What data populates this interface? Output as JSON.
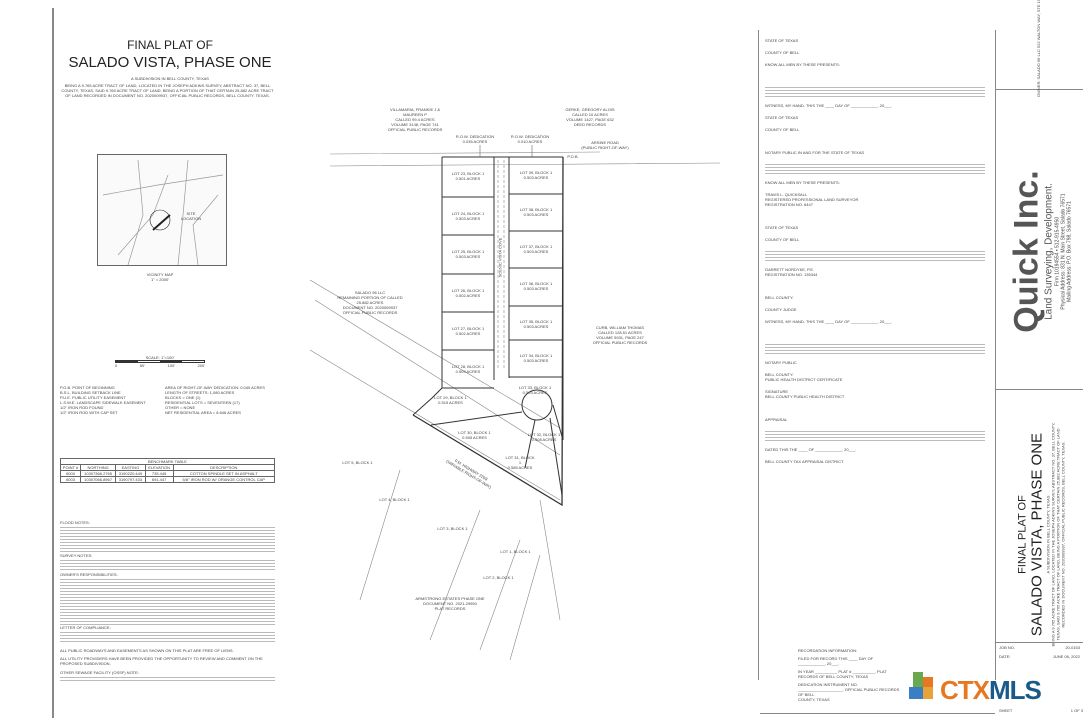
{
  "header": {
    "title_line1": "FINAL PLAT OF",
    "title_line2": "SALADO VISTA, PHASE ONE",
    "subtitle": "A SUBDIVISION IN BELL COUNTY, TEXAS",
    "description": "BEING A 9.765 ACRE TRACT OF LAND, LOCATED IN THE JOSEPH ADKINS SURVEY, ABSTRACT NO. 37, BELL COUNTY, TEXAS, SAID 9.765 ACRE TRACT OF LAND, BEING A PORTION OF THAT CERTAIN 25.882 ACRE TRACT OF LAND RECORDED IN DOCUMENT NO. 2020009937, OFFICIAL PUBLIC RECORDS, BELL COUNTY, TEXAS."
  },
  "vicinity_map": {
    "site_label": "SITE\nLOCATION",
    "caption": "VICINITY MAP\n1\" = 2000'"
  },
  "scale_bar": {
    "label": "SCALE: 1\"=100'",
    "ticks": [
      "0",
      "50'",
      "100'",
      "200'"
    ]
  },
  "legend": {
    "items": [
      "P.O.B. POINT OF BEGINNING",
      "B.S.L. BUILDING SETBACK LINE",
      "P.U.E. PUBLIC UTILITY EASEMENT",
      "L.S.W.E. LANDSCAPE SIDEWALK EASEMENT",
      "1/2\" IRON ROD FOUND",
      "1/2\" IRON ROD WITH CAP SET"
    ],
    "summary": [
      "AREA OF RIGHT-OF-WAY DEDICATION: 0.040 ACRES",
      "LENGTH OF STREETS: 1,080 ACRES",
      "BLOCKS = ONE (1)",
      "RESIDENTIAL LOTS = SEVENTEEN (17)",
      "OTHER = NONE",
      "NET RESIDENTIAL AREA = 8.646 ACRES"
    ]
  },
  "benchmark_table": {
    "title": "BENCHMARK TABLE",
    "headers": [
      "POINT #",
      "NORTHING",
      "EASTING",
      "ELEVATION",
      "DESCRIPTION"
    ],
    "rows": [
      [
        "6000",
        "10307366.2765",
        "3190220.449",
        "735.445",
        "COTTON SPINDLE SET IN ASPHALT"
      ],
      [
        "6003",
        "10307066.8967",
        "3190797.433",
        "691.447",
        "5/8\" IRON ROD W/ ORANGE CONTROL CAP"
      ]
    ]
  },
  "notes": {
    "flood_heading": "FLOOD NOTES:",
    "survey_heading": "SURVEY NOTES:",
    "owner_heading": "OWNER'S RESPONSIBILITIES:",
    "letter_heading": "LETTER OF COMPLIANCE:",
    "other_notes": [
      "ALL PUBLIC ROADWAYS AND EASEMENTS AS SHOWN ON THIS PLAT ARE FREE OF LIENS.",
      "ALL UTILITY PROVIDERS HAVE BEEN PROVIDED THE OPPORTUNITY TO REVIEW AND COMMENT ON THE PROPOSED SUBDIVISION."
    ],
    "septic_heading": "OTHER SEWAGE FACILITY (OSSF) NOTE:"
  },
  "plat": {
    "lots_left": [
      {
        "label": "LOT 23, BLOCK 1",
        "acres": "0.501 ACRES"
      },
      {
        "label": "LOT 24, BLOCK 1",
        "acres": "0.503 ACRES"
      },
      {
        "label": "LOT 25, BLOCK 1",
        "acres": "0.503 ACRES"
      },
      {
        "label": "LOT 26, BLOCK 1",
        "acres": "0.502 ACRES"
      },
      {
        "label": "LOT 27, BLOCK 1",
        "acres": "0.502 ACRES"
      },
      {
        "label": "LOT 28, BLOCK 1",
        "acres": "0.509 ACRES"
      }
    ],
    "lots_right": [
      {
        "label": "LOT 39, BLOCK 1",
        "acres": "0.503 ACRES"
      },
      {
        "label": "LOT 38, BLOCK 1",
        "acres": "0.503 ACRES"
      },
      {
        "label": "LOT 37, BLOCK 1",
        "acres": "0.503 ACRES"
      },
      {
        "label": "LOT 36, BLOCK 1",
        "acres": "0.503 ACRES"
      },
      {
        "label": "LOT 35, BLOCK 1",
        "acres": "0.503 ACRES"
      },
      {
        "label": "LOT 34, BLOCK 1",
        "acres": "0.503 ACRES"
      }
    ],
    "lots_bottom": [
      {
        "label": "LOT 29, BLOCK 1",
        "acres": "0.515 ACRES"
      },
      {
        "label": "LOT 30, BLOCK 1",
        "acres": "0.505 ACRES"
      },
      {
        "label": "LOT 31, BLOCK 1",
        "acres": "0.585 ACRES"
      },
      {
        "label": "LOT 32, BLOCK 1",
        "acres": "0.508 ACRES"
      },
      {
        "label": "LOT 33, BLOCK 1",
        "acres": "0.503 ACRES"
      }
    ],
    "adjacent_lots": [
      "LOT 5, BLOCK 1",
      "LOT 4, BLOCK 1",
      "LOT 3, BLOCK 1",
      "LOT 1, BLOCK 1",
      "LOT 2, BLOCK 1"
    ],
    "row_dedication_1": "R.O.W. DEDICATION\n0.035 ACRES",
    "row_dedication_2": "R.O.W. DEDICATION\n0.010 ACRES",
    "road": "ARSINE ROAD\n(PUBLIC RIGHT-OF-WAY)",
    "pob": "P.O.B.",
    "street": "SCENIC VISTA COVE",
    "highway": "F.M. HIGHWAY 2268\n(VARIABLE RIGHT-OF-WAY)",
    "owners": {
      "north_west": "VILLAMARIA, FRANKIE J &\nMAUREEN P\nCALLED 99.4 ACRES\nVOLUME 3148, PAGE 741\nOFFICIAL PUBLIC RECORDS",
      "north_east": "GERKE, GREGORY ALOIS\nCALLED 10 ACRES\nVOLUME 1427, PAGE 632\nDEED RECORDS",
      "west": "SALADO 96 LLC\nREMAINING PORTION OF CALLED\n25.882 ACRES\nDOCUMENT NO. 2020009937\nOFFICIAL PUBLIC RECORDS",
      "east": "CURB, WILLIAM THOMAS\nCALLED 128.51 ACRES\nVOLUME 5931, PAGE 247\nOFFICIAL PUBLIC RECORDS",
      "south": "ARMSTRONG ESTATES PHASE ONE\nDOCUMENT NO. 2021-29950\nPLAT RECORDS"
    }
  },
  "certificates": [
    "STATE OF TEXAS",
    "COUNTY OF BELL",
    "KNOW ALL MEN BY THESE PRESENTS:",
    "WITNESS, MY HAND, THIS THE ____ DAY OF ____________, 20___.",
    "STATE OF TEXAS",
    "COUNTY OF BELL",
    "NOTARY PUBLIC IN AND FOR THE STATE OF TEXAS",
    "KNOW ALL MEN BY THESE PRESENTS:",
    "TRAVIS L. QUICKSALL\nREGISTERED PROFESSIONAL LAND SURVEYOR\nREGISTRATION NO. 6447",
    "STATE OF TEXAS",
    "COUNTY OF BELL",
    "GARRETT NORDYKE, P.E.\nREGISTRATION NO. 135344",
    "BELL COUNTY:",
    "COUNTY JUDGE",
    "WITNESS, MY HAND, THIS THE ____ DAY OF ____________, 20___.",
    "NOTARY PUBLIC",
    "BELL COUNTY:\nPUBLIC HEALTH DISTRICT CERTIFICATE",
    "SIGNATURE\nBELL COUNTY PUBLIC HEALTH DISTRICT",
    "APPRAISAL",
    "DATED THIS THE ____ OF ____________, 20___.",
    "BELL COUNTY TAX APPRAISAL DISTRICT"
  ],
  "recordation": {
    "heading": "RECORDATION INFORMATION:",
    "line1": "FILED FOR RECORD THIS ____ DAY OF ____________, 20___.",
    "line2": "IN YEAR __________ PLAT # __________, PLAT RECORDS OF BELL COUNTY, TEXAS",
    "line3": "DEDICATION INSTRUMENT NO. ____________________, OFFICIAL PUBLIC RECORDS OF BELL\nCOUNTY, TEXAS"
  },
  "title_block": {
    "owner": "OWNER:\nSALADO 96 LLC\n522 WALTON WAY, STE 190 #325\nCEDAR PARK, TEXAS 78613",
    "company": "Quick Inc.",
    "tagline": "Land Surveying, Development.",
    "firm": "Firm 10194554 • 512-915-4950",
    "physical": "Physical Address: 831 N. Main Street, Salado 76571",
    "mailing": "Mailing Address: P.O. Box 798, Salado 76571",
    "job_no_label": "JOB NO.",
    "job_no": "20-0153",
    "date_label": "DATE:",
    "date": "JUNE 06, 2022",
    "sheet_label": "SHEET",
    "sheet": "1 OF 3"
  },
  "watermark": {
    "text_ctx": "CTX",
    "text_mls": "MLS",
    "colors": [
      "#e87722",
      "#1a5a8a"
    ]
  }
}
